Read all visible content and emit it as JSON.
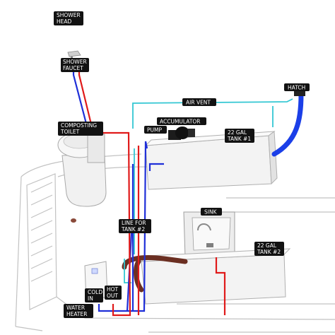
{
  "labels": {
    "shower_head": [
      "SHOWER",
      "HEAD"
    ],
    "shower_faucet": [
      "SHOWER",
      "FAUCET"
    ],
    "hatch": [
      "HATCH"
    ],
    "air_vent": [
      "AIR VENT"
    ],
    "composting_toilet": [
      "COMPOSTING",
      "TOILET"
    ],
    "accumulator": [
      "ACCUMULATOR"
    ],
    "pump": [
      "PUMP"
    ],
    "tank1": [
      "22 GAL",
      "TANK #1"
    ],
    "sink": [
      "SINK"
    ],
    "line_tank2": [
      "LINE FOR",
      "TANK #2"
    ],
    "tank2": [
      "22 GAL",
      "TANK #2"
    ],
    "cold_in": [
      "COLD",
      "IN"
    ],
    "hot_out": [
      "HOT",
      "OUT"
    ],
    "water_heater": [
      "WATER",
      "HEATER"
    ]
  },
  "colors": {
    "cold_line": "#1f2fd8",
    "hot_line": "#e01a1a",
    "air_vent_line": "#33c7d3",
    "vent_hose": "#1b3fe8",
    "label_bg": "#121212",
    "label_text": "#ffffff",
    "van_outline": "#b9b9b9",
    "heater_coil": "#6b2f22"
  }
}
